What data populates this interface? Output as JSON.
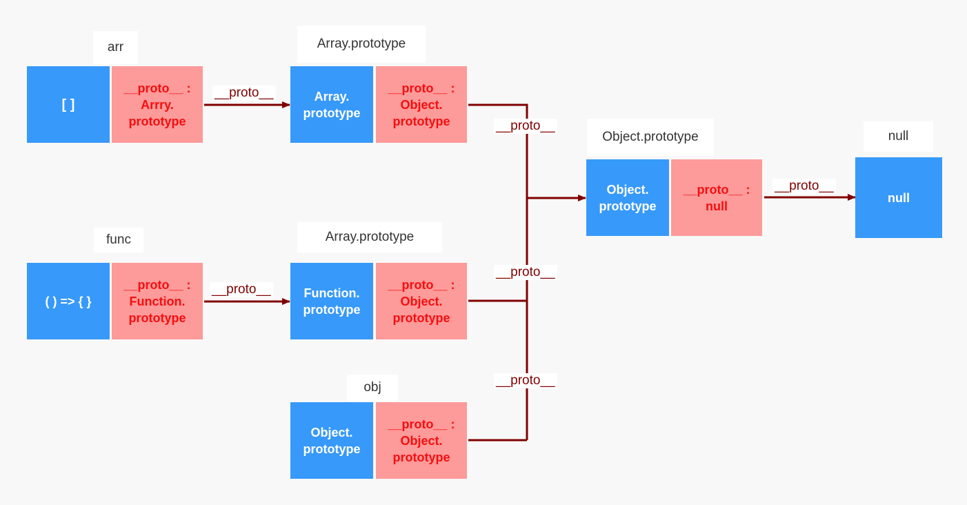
{
  "nodes": {
    "arr": {
      "label": "arr",
      "value": "[ ]",
      "proto": "__proto__ :\nArrry.\nprototype"
    },
    "array_prototype": {
      "label": "Array.prototype",
      "value": "Array.\nprototype",
      "proto": "__proto__ :\nObject.\nprototype"
    },
    "func": {
      "label": "func",
      "value": "( ) => { }",
      "proto": "__proto__ :\nFunction.\nprototype"
    },
    "function_prototype": {
      "label": "Array.prototype",
      "value": "Function.\nprototype",
      "proto": "__proto__ :\nObject.\nprototype"
    },
    "obj": {
      "label": "obj",
      "value": "Object.\nprototype",
      "proto": "__proto__ :\nObject.\nprototype"
    },
    "object_prototype": {
      "label": "Object.prototype",
      "value": "Object.\nprototype",
      "proto": "__proto__ :\nnull"
    },
    "null": {
      "label": "null",
      "value": "null"
    }
  },
  "edges": {
    "arr_to_array_proto": "__proto__",
    "func_to_function_proto": "__proto__",
    "array_proto_to_object_proto": "__proto__",
    "function_proto_to_object_proto": "__proto__",
    "obj_to_object_proto": "__proto__",
    "object_proto_to_null": "__proto__"
  },
  "colors": {
    "value_box": "#3799f9",
    "proto_box": "#fd9a9a",
    "proto_text": "#f50f0f",
    "arrow": "#800000"
  }
}
